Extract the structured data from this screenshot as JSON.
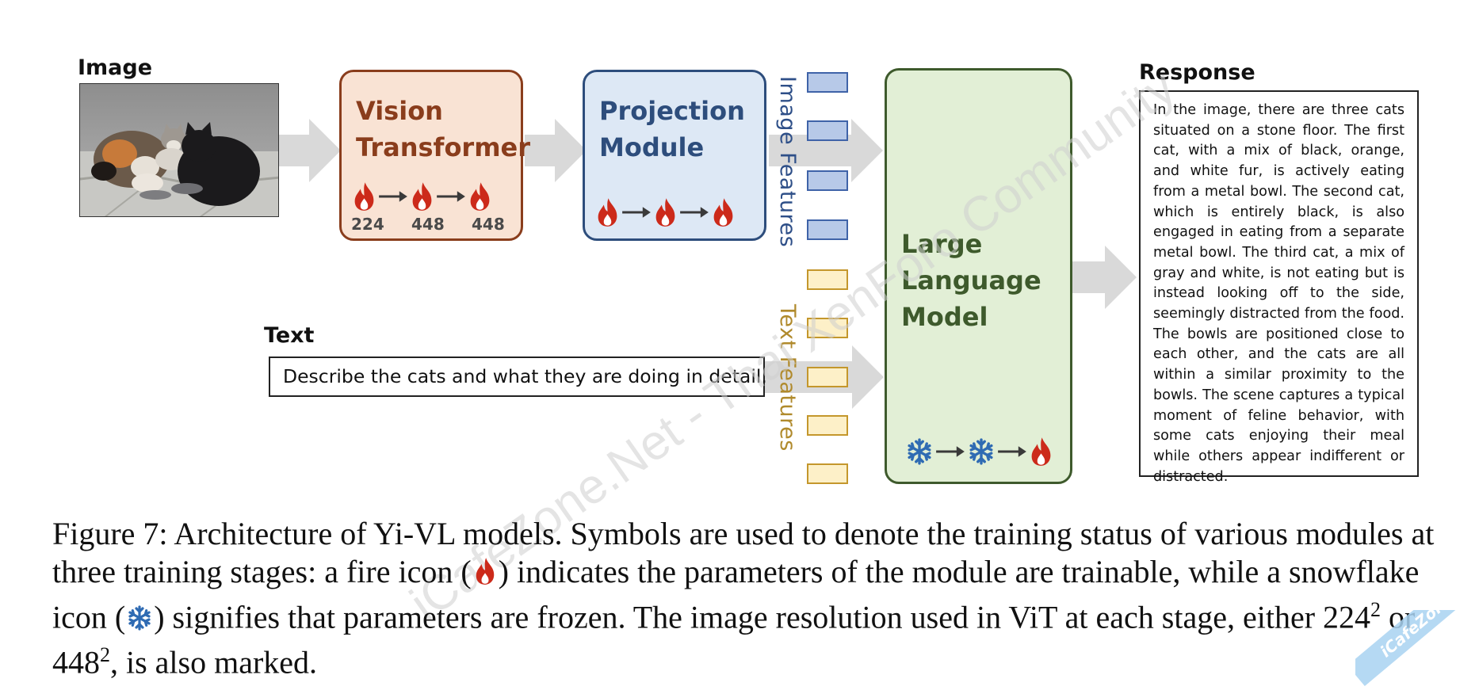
{
  "figure": {
    "image_label": "Image",
    "text_label": "Text",
    "response_label": "Response",
    "text_prompt": "Describe the cats and what they are doing in detail.",
    "modules": {
      "vit": {
        "title_line1": "Vision",
        "title_line2": "Transformer",
        "stages": [
          "fire",
          "fire",
          "fire"
        ],
        "resolutions": [
          "224",
          "448",
          "448"
        ],
        "border_color": "#8a3d1c",
        "fill_color": "#f9e3d4",
        "title_color": "#8a3d1c"
      },
      "projection": {
        "title_line1": "Projection",
        "title_line2": "Module",
        "stages": [
          "fire",
          "fire",
          "fire"
        ],
        "border_color": "#2d4d7c",
        "fill_color": "#dde8f5",
        "title_color": "#2d4d7c"
      },
      "llm": {
        "title_line1": "Large",
        "title_line2": "Language",
        "title_line3": "Model",
        "stages": [
          "snowflake",
          "snowflake",
          "fire"
        ],
        "border_color": "#3e5a2c",
        "fill_color": "#e2efd6",
        "title_color": "#3e5a2c"
      }
    },
    "image_features_label": "Image Features",
    "text_features_label": "Text Features",
    "image_feature_count": 4,
    "text_feature_count": 5,
    "colors": {
      "fire": "#cc2a1a",
      "snowflake": "#2f6bb3",
      "arrow": "#d9d9d9",
      "image_feature_border": "#3f63a8",
      "image_feature_fill": "#b7c9e8",
      "text_feature_border": "#c4972c",
      "text_feature_fill": "#fdf0c8",
      "image_features_text": "#2e4f88",
      "text_features_text": "#b08a2c"
    },
    "response_text": "In the image, there are three cats situated on a stone floor. The first cat, with a mix of black, orange, and white fur, is actively eating from a metal bowl. The second cat, which is entirely black, is also engaged in eating from a separate metal bowl. The third cat, a mix of gray and white, is not eating but is instead looking off to the side, seemingly distracted from the food. The bowls are positioned close to each other, and the cats are all within a similar proximity to the bowls. The scene captures a typical moment of feline behavior, with some cats enjoying their meal while others appear indifferent or distracted."
  },
  "caption": {
    "part1": "Figure 7: Architecture of Yi-VL models. Symbols are used to denote the training status of various modules at three training stages: a fire icon (",
    "part2": ") indicates the parameters of the module are trainable, while a snowflake icon (",
    "part3": ") signifies that parameters are frozen. The image resolution used in ViT at each stage, either 224",
    "sup1": "2",
    "part4": " or 448",
    "sup2": "2",
    "part5": ", is also marked."
  },
  "watermark": {
    "diagonal_text": "iCafeZone.Net - Thai XenForo Community",
    "corner_text": "iCafeZone"
  }
}
